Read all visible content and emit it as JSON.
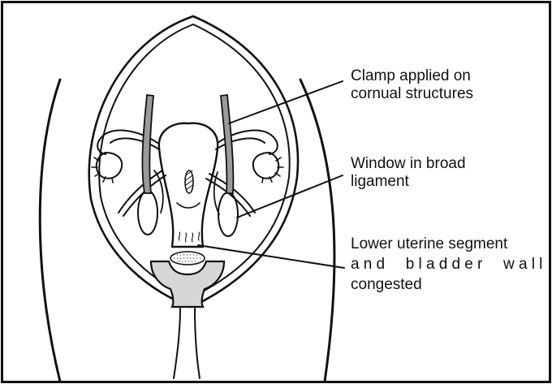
{
  "labels": {
    "clamp": [
      "Clamp applied on",
      "cornual structures"
    ],
    "window": [
      "Window in broad",
      "ligament"
    ],
    "lower_segment": [
      "Lower uterine segment",
      "and bladder wall",
      "congested"
    ]
  },
  "colors": {
    "ink": "#111111",
    "clamp_fill": "#9a9a9a",
    "bladder_fill": "#d6d6d6",
    "paper": "#ffffff"
  }
}
